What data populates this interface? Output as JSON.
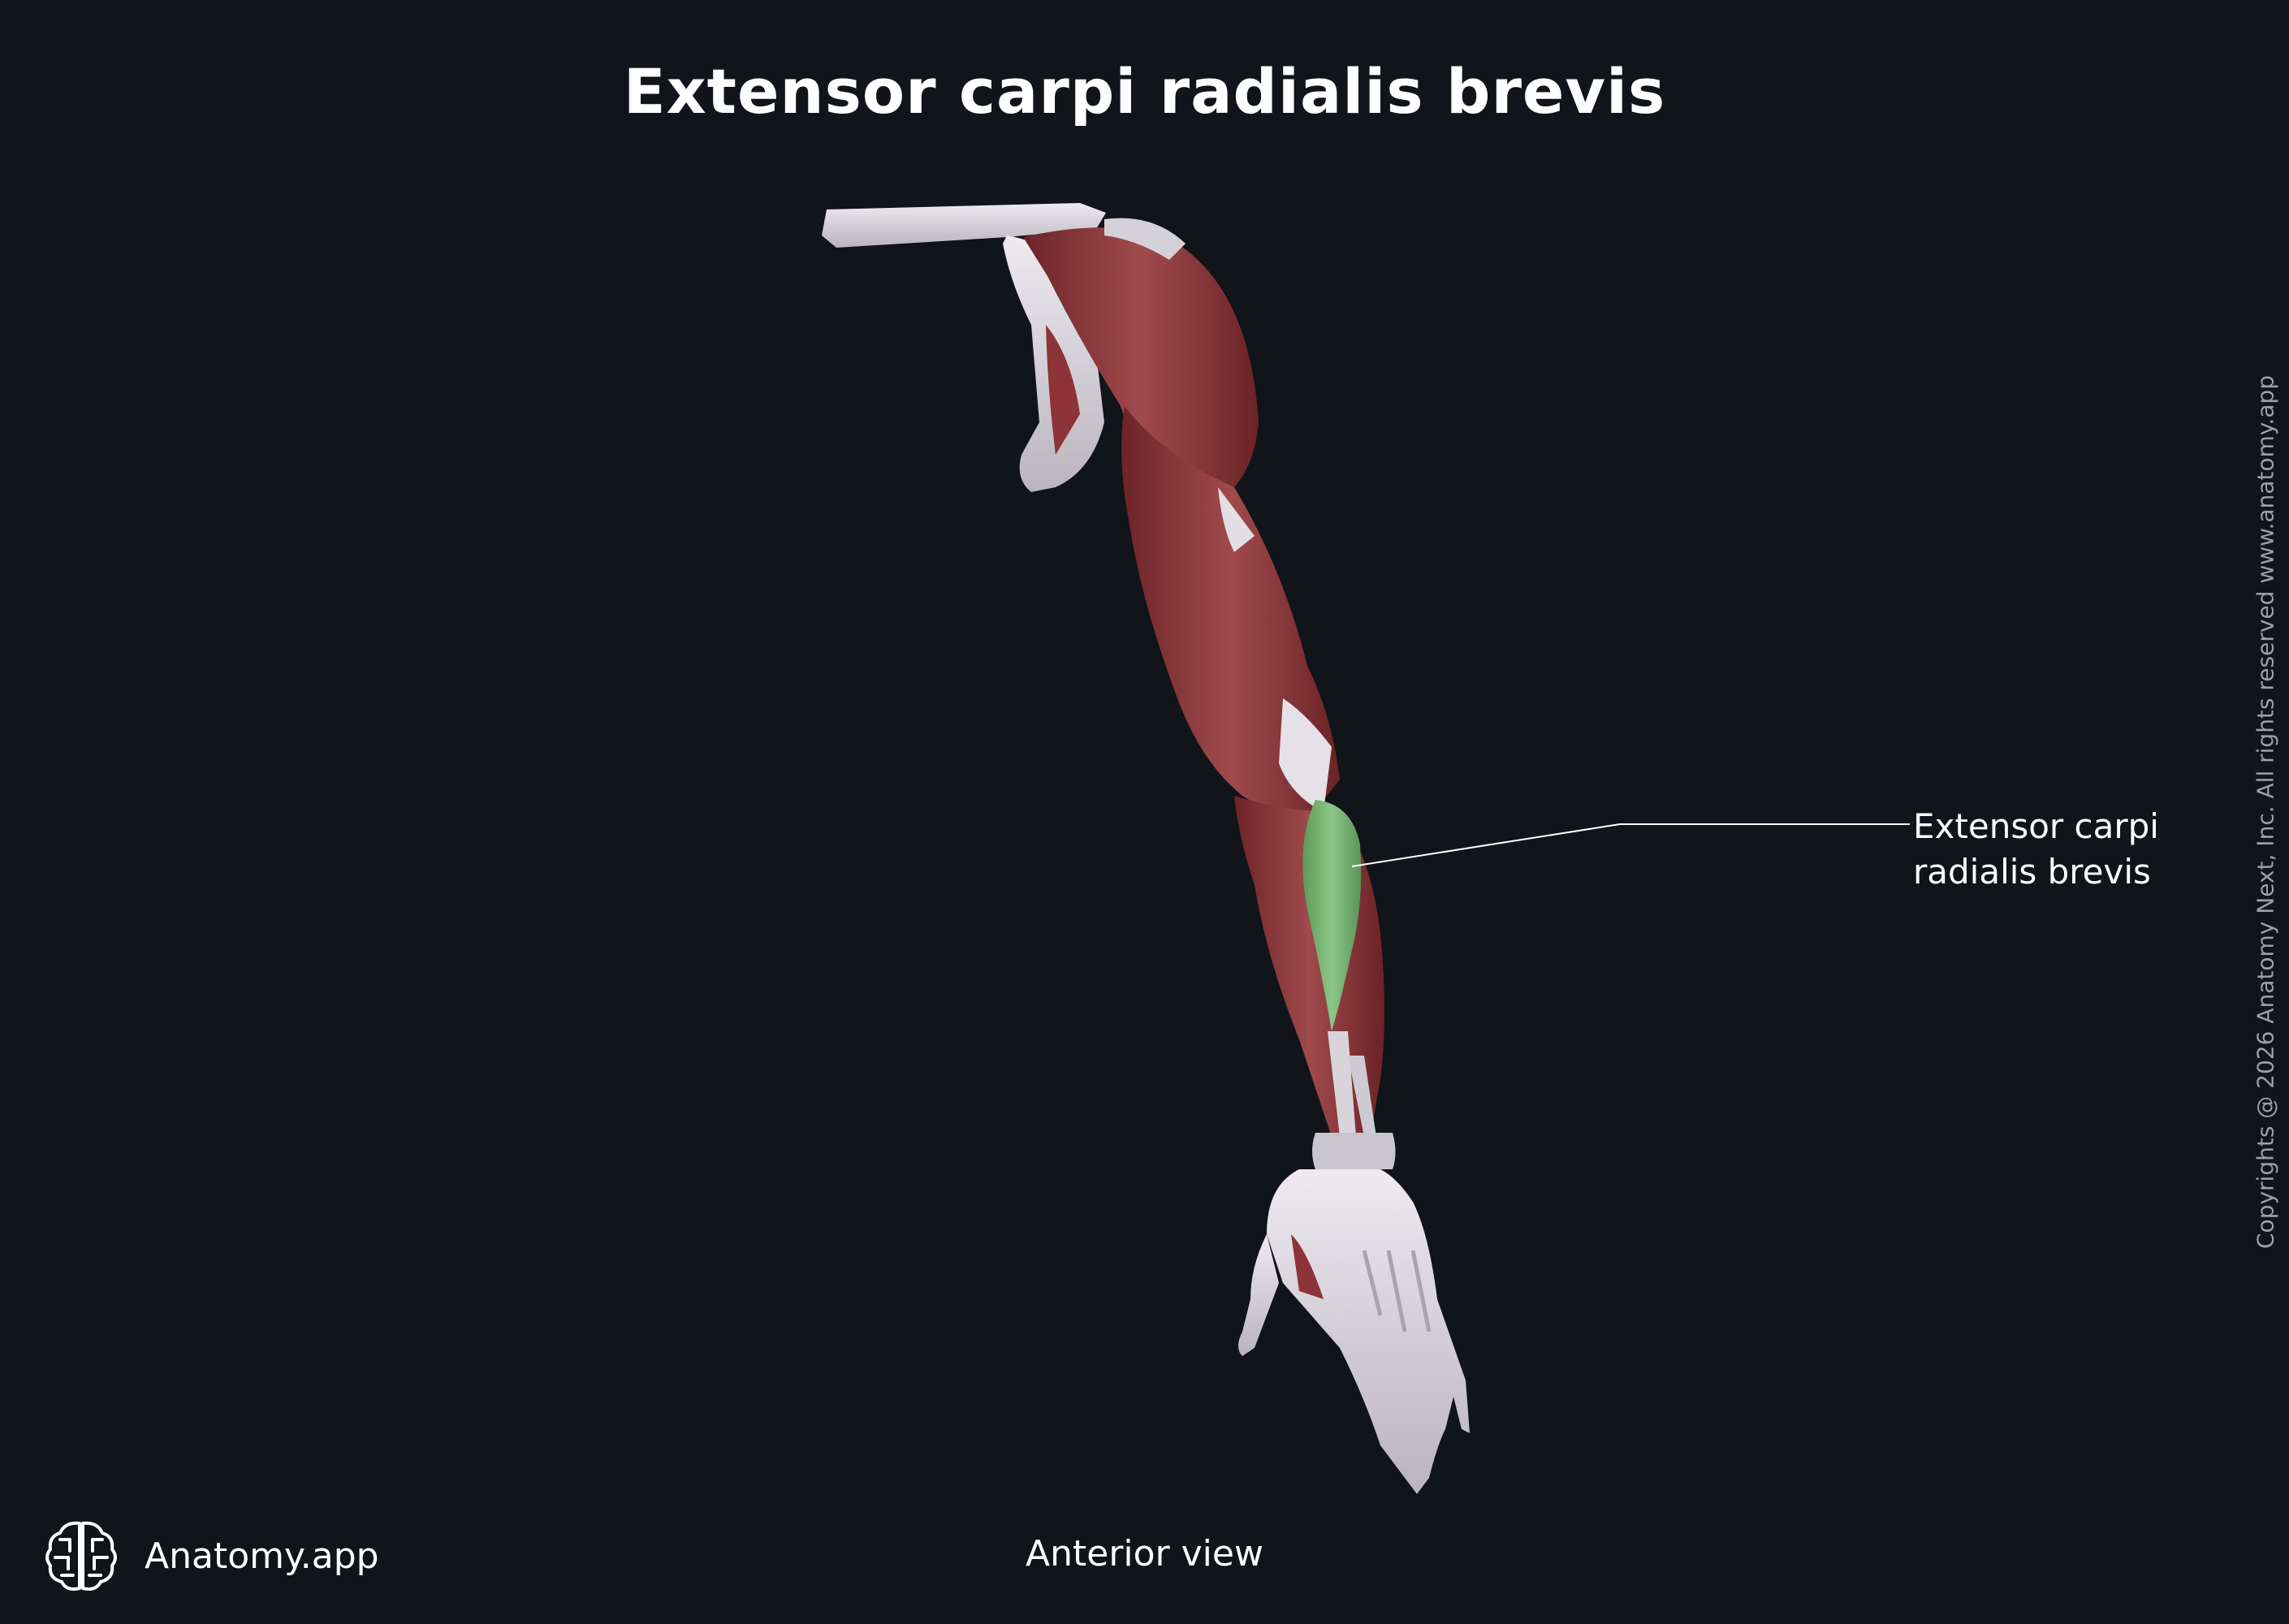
{
  "title": "Extensor carpi radialis brevis",
  "label": {
    "line1": "Extensor carpi",
    "line2": "radialis brevis"
  },
  "view": "Anterior view",
  "brand": {
    "name": "Anatomy.app",
    "icon": "brain-icon"
  },
  "copyright": "Copyrights @ 2026 Anatomy Next, Inc. All rights reserved www.anatomy.app",
  "colors": {
    "background": "#111419",
    "muscle": "#8e3438",
    "bone": "#d9d6dc",
    "highlight": "#7bb776",
    "text": "#ffffff"
  }
}
